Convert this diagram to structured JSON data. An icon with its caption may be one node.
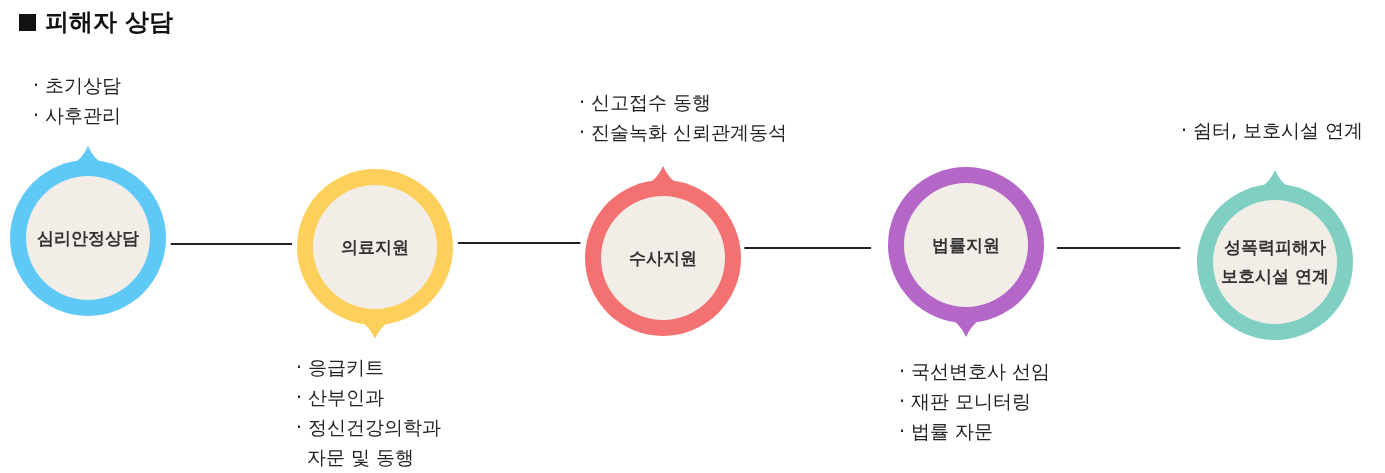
{
  "diagram": {
    "title": "피해자 상담",
    "nodes": [
      {
        "text": [
          "심리안정상담"
        ],
        "beside": [
          "· 초기상담",
          "· 사후관리"
        ]
      },
      {
        "text": [
          "의료지원"
        ],
        "beside": [
          "· 응급키트",
          "· 산부인과",
          "· 정신건강의학과 자문 및 동행"
        ]
      },
      {
        "text": [
          "수사지원"
        ],
        "beside": [
          "· 신고접수 동행",
          "· 진술녹화 신뢰관계동석"
        ]
      },
      {
        "text": [
          "법률지원"
        ],
        "beside": [
          "· 국선변호사 선임",
          "· 재판 모니터링",
          "· 법률 자문"
        ]
      },
      {
        "text": [
          "성폭력피해자 보호시설 연계"
        ],
        "beside": [
          "· 쉼터, 보호시설 연계"
        ]
      }
    ],
    "edges": [
      {
        "from": 0,
        "to": 1,
        "arrow": "none"
      },
      {
        "from": 1,
        "to": 2,
        "arrow": "none"
      },
      {
        "from": 2,
        "to": 3,
        "arrow": "none"
      },
      {
        "from": 3,
        "to": 4,
        "arrow": "none"
      }
    ]
  }
}
